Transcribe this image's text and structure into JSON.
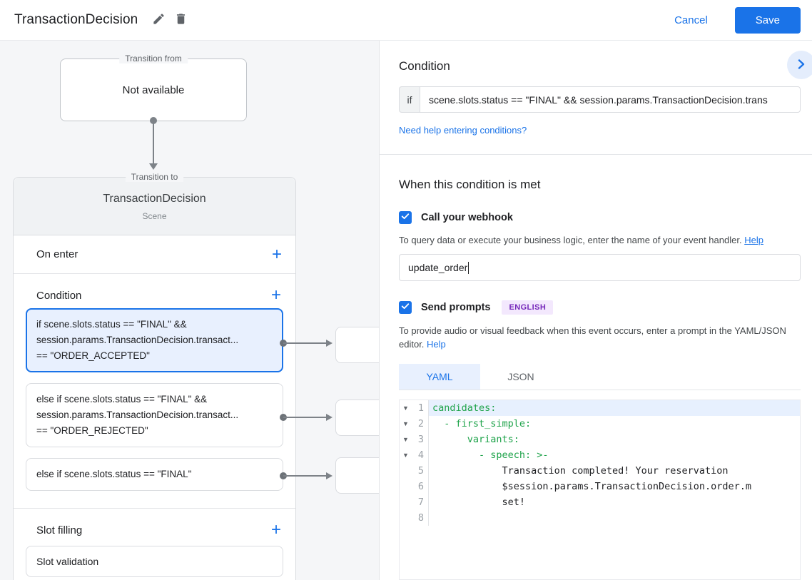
{
  "header": {
    "title": "TransactionDecision",
    "cancel_label": "Cancel",
    "save_label": "Save"
  },
  "canvas": {
    "transition_from": {
      "legend": "Transition from",
      "content": "Not available"
    },
    "scene": {
      "legend": "Transition to",
      "title": "TransactionDecision",
      "subtitle": "Scene",
      "on_enter_label": "On enter",
      "condition_label": "Condition",
      "slot_filling_label": "Slot filling",
      "conditions": [
        {
          "text": "if scene.slots.status == \"FINAL\" &&\nsession.params.TransactionDecision.transact...\n== \"ORDER_ACCEPTED\"",
          "selected": true
        },
        {
          "text": "else if scene.slots.status == \"FINAL\" &&\nsession.params.TransactionDecision.transact...\n== \"ORDER_REJECTED\"",
          "selected": false
        },
        {
          "text": "else if scene.slots.status == \"FINAL\"",
          "selected": false
        }
      ],
      "slot_card_label": "Slot validation"
    }
  },
  "panel": {
    "title": "Condition",
    "if_label": "if",
    "if_value": "scene.slots.status == \"FINAL\" && session.params.TransactionDecision.trans",
    "help_conditions_link": "Need help entering conditions?",
    "when_title": "When this condition is met",
    "webhook": {
      "label": "Call your webhook",
      "helper": "To query data or execute your business logic, enter the name of your event handler.",
      "help_link": "Help",
      "value": "update_order"
    },
    "prompts": {
      "label": "Send prompts",
      "badge": "ENGLISH",
      "helper": "To provide audio or visual feedback when this event occurs, enter a prompt in the YAML/JSON editor.",
      "help_link": "Help"
    },
    "tabs": [
      {
        "label": "YAML",
        "active": true
      },
      {
        "label": "JSON",
        "active": false
      }
    ],
    "editor": {
      "lines": [
        {
          "num": "1",
          "fold": true,
          "green": true,
          "highlight": true,
          "text": "candidates:"
        },
        {
          "num": "2",
          "fold": true,
          "green": true,
          "highlight": false,
          "text": "  - first_simple:"
        },
        {
          "num": "3",
          "fold": true,
          "green": true,
          "highlight": false,
          "text": "      variants:"
        },
        {
          "num": "4",
          "fold": true,
          "green": true,
          "highlight": false,
          "text": "        - speech: >-"
        },
        {
          "num": "5",
          "fold": false,
          "green": false,
          "highlight": false,
          "text": "            Transaction completed! Your reservation"
        },
        {
          "num": "6",
          "fold": false,
          "green": false,
          "highlight": false,
          "text": "            $session.params.TransactionDecision.order.m"
        },
        {
          "num": "7",
          "fold": false,
          "green": false,
          "highlight": false,
          "text": "            set!"
        },
        {
          "num": "8",
          "fold": false,
          "green": false,
          "highlight": false,
          "text": ""
        }
      ]
    }
  },
  "colors": {
    "accent_blue": "#1a73e8",
    "selected_card_bg": "#e8f0fe",
    "canvas_bg": "#f5f6f8",
    "badge_purple_text": "#7627ba",
    "badge_purple_bg": "#f3e8fd",
    "yaml_key_green": "#1ea34a",
    "connector_gray": "#7d8288"
  }
}
